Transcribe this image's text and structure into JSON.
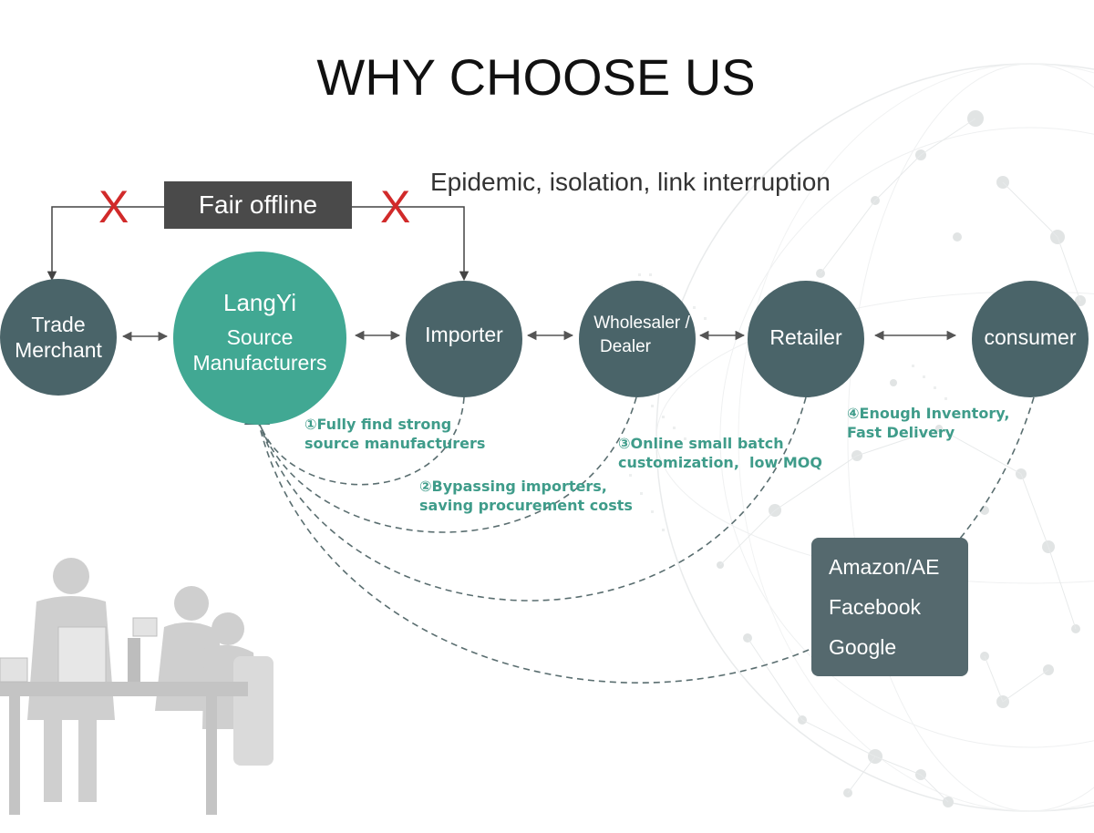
{
  "title": "WHY CHOOSE US",
  "note_top": "Epidemic, isolation, link interruption",
  "fair_offline": "Fair offline",
  "x_mark": "X",
  "nodes": {
    "trade": [
      "Trade",
      "Merchant"
    ],
    "langyi": [
      "LangYi",
      "Source",
      "Manufacturers"
    ],
    "importer": "Importer",
    "wholesaler": [
      "Wholesaler /",
      "Dealer"
    ],
    "retailer": "Retailer",
    "consumer": "consumer"
  },
  "notes": {
    "n1": [
      "①Fully find strong",
      "source manufacturers"
    ],
    "n2": [
      "②Bypassing importers,",
      "saving procurement costs"
    ],
    "n3": [
      "③Online small batch",
      "customization,  low MOQ"
    ],
    "n4": [
      "④Enough Inventory,",
      "Fast Delivery"
    ]
  },
  "platforms": [
    "Amazon/AE",
    "Facebook",
    "Google"
  ],
  "colors": {
    "node": "#4a6469",
    "node_highlight": "#41a893",
    "note_text": "#3f9c8a",
    "x_mark": "#d12a2a",
    "fair_box": "#4a4a4a",
    "platform_box": "#55696e",
    "dashed_curve": "#5a6e70"
  }
}
